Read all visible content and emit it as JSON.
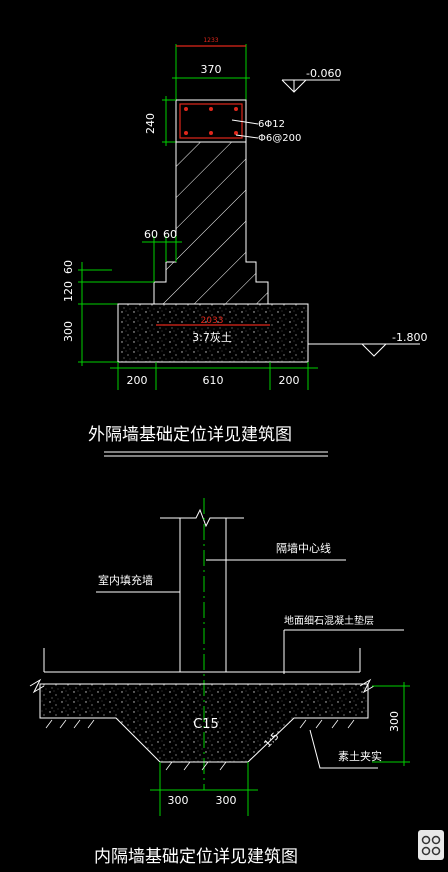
{
  "top_detail": {
    "dims": {
      "top_width": "370",
      "top_width_red": "1233",
      "beam_height": "240",
      "step_a": "60",
      "step_b": "60",
      "v_60": "60",
      "v_120": "120",
      "v_300": "300",
      "bottom_left": "200",
      "bottom_mid": "610",
      "bottom_right": "200",
      "footing_red": "2033"
    },
    "elevations": {
      "top": "-0.060",
      "bottom": "-1.800"
    },
    "rebar": {
      "main": "6Φ12",
      "stirrup": "Φ6@200"
    },
    "footing_material": "3:7灰土",
    "caption": "外隔墙基础定位详见建筑图"
  },
  "bottom_detail": {
    "labels": {
      "wall_centerline": "隔墙中心线",
      "interior_wall": "室内填充墙",
      "floor_layer": "地面细石混凝土垫层",
      "concrete": "C15",
      "compacted_soil": "素土夹实",
      "slope": "1:5"
    },
    "dims": {
      "left": "300",
      "right": "300",
      "height": "300"
    },
    "caption": "内隔墙基础定位详见建筑图"
  },
  "colors": {
    "background": "#000000",
    "lines": "#ffffff",
    "dimension": "#00d000",
    "rebar": "#e0271b"
  },
  "icons": [
    "qr-code-icon"
  ]
}
